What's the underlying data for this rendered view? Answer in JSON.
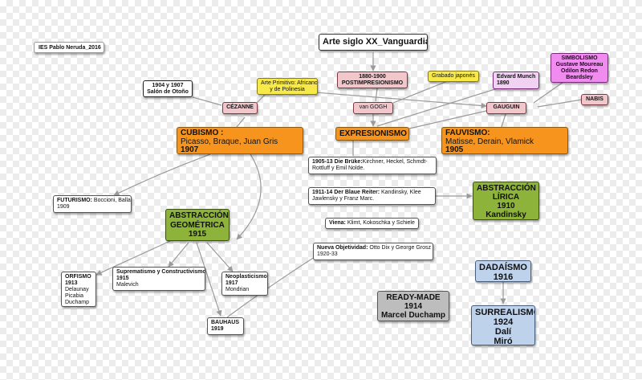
{
  "header": {
    "ies_label": "IES Pablo Neruda_2016",
    "title": "Arte siglo XX_Vanguardias"
  },
  "nodes": {
    "postimpresionismo": [
      "1880-1900",
      "POSTIMPRESIONISMO"
    ],
    "grabado_japones": "Grabado japonés",
    "edvard_munch": [
      "Edvard Munch",
      "1890"
    ],
    "simbolismo": [
      "SIMBOLISMO",
      "Gustave Moureau",
      "Odilon Redon",
      "Beardsley"
    ],
    "salon_otono": [
      "1904 y 1907",
      "Salón de Otoño"
    ],
    "arte_primitivo": [
      "Arte Primitivo: Africano",
      "y de Polinesia"
    ],
    "cezanne": "CÉZANNE",
    "van_gogh": "van GOGH",
    "gauguin": "GAUGUIN",
    "nabis": "NABIS",
    "cubismo": [
      "CUBISMO :",
      "Picasso, Braque, Juan Gris",
      "1907"
    ],
    "expresionismo": "EXPRESIONISMO",
    "fauvismo": [
      "FAUVISMO:",
      "Matisse, Derain, Vlamick",
      "1905"
    ],
    "bruke": {
      "prefix": "1905-13 Die Brüke:",
      "text": "Kirchner, Heckel, Schmdt-",
      "line2": "Rottluff y Emil Nolde."
    },
    "blaue_reiter": {
      "prefix": "1911-14 Der Blaue Reiter:",
      "text": " Kandinsky, Klee",
      "line2": "Jawlensky y Franz Marc."
    },
    "abstraccion_lirica": [
      "ABSTRACCIÓN",
      "LÍRICA",
      "1910",
      "Kandinsky"
    ],
    "futurismo": {
      "prefix": "FUTURISMO:",
      "text": " Boccioni, Balla",
      "line2": "1909"
    },
    "viena": {
      "prefix": "Viena:",
      "text": " Klimt, Kokoschka y Schiele"
    },
    "abstraccion_geometrica": [
      "ABSTRACCIÓN",
      "GEOMÉTRICA",
      "1915"
    ],
    "nueva_objetividad": {
      "prefix": "Nueva Objetividad:",
      "text": " Otto Dix y George Grosz",
      "line2": "1920-33"
    },
    "orfismo": [
      "ORFISMO",
      "1913",
      "Delaunay",
      "Picabia",
      "Duchamp"
    ],
    "suprematismo": [
      "Suprematismo y Constructivismo",
      "1915",
      "Malevich"
    ],
    "neoplasticismo": [
      "Neoplasticismo",
      "1917",
      "Mondrian"
    ],
    "dadaismo": [
      "DADAÍSMO",
      "1916"
    ],
    "ready_made": [
      "READY-MADE",
      "1914",
      "Marcel Duchamp"
    ],
    "surrealismo": [
      "SURREALISMO",
      "1924",
      "Dalí",
      "Miró"
    ],
    "bauhaus": [
      "BAUHAUS",
      "1919"
    ]
  },
  "colors": {
    "orange": "#f7941d",
    "green": "#8db33a",
    "pink": "#f2c7cc",
    "yellow": "#f7e94a",
    "magenta": "#f08cf0",
    "blue": "#bed2ec",
    "gray": "#bdbdbd",
    "line": "#9a9a9a"
  }
}
